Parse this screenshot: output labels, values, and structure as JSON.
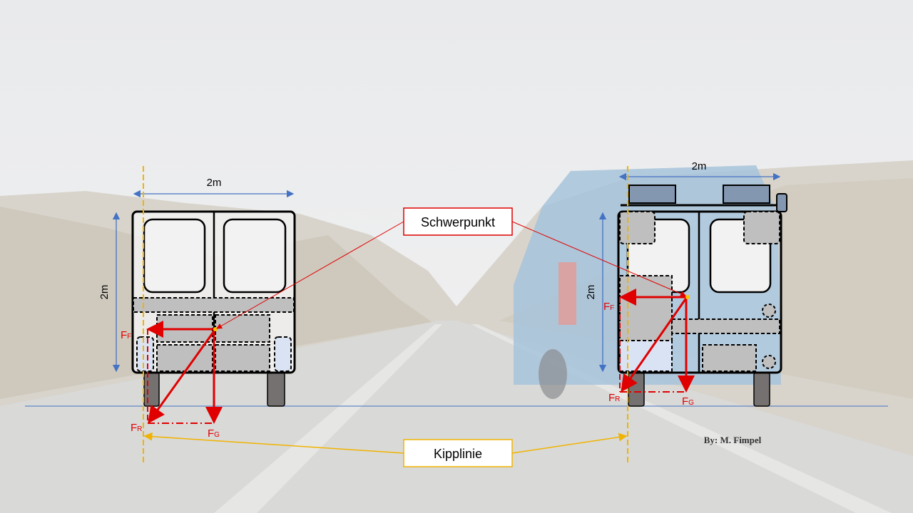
{
  "dimensions": {
    "left_width": "2m",
    "left_height": "2m",
    "right_width": "2m",
    "right_height": "2m"
  },
  "callouts": {
    "center_of_gravity": "Schwerpunkt",
    "tipping_line": "Kipplinie"
  },
  "forces": {
    "left": {
      "ff": "F",
      "ff_sub": "F",
      "fr": "F",
      "fr_sub": "R",
      "fg": "F",
      "fg_sub": "G"
    },
    "right": {
      "ff": "F",
      "ff_sub": "F",
      "fr": "F",
      "fr_sub": "R",
      "fg": "F",
      "fg_sub": "G"
    }
  },
  "credit": "By: M. Fimpel",
  "colors": {
    "force": "#e00000",
    "dimension": "#4472c4",
    "tipline": "#f0b400",
    "box_border": "#e00000"
  }
}
